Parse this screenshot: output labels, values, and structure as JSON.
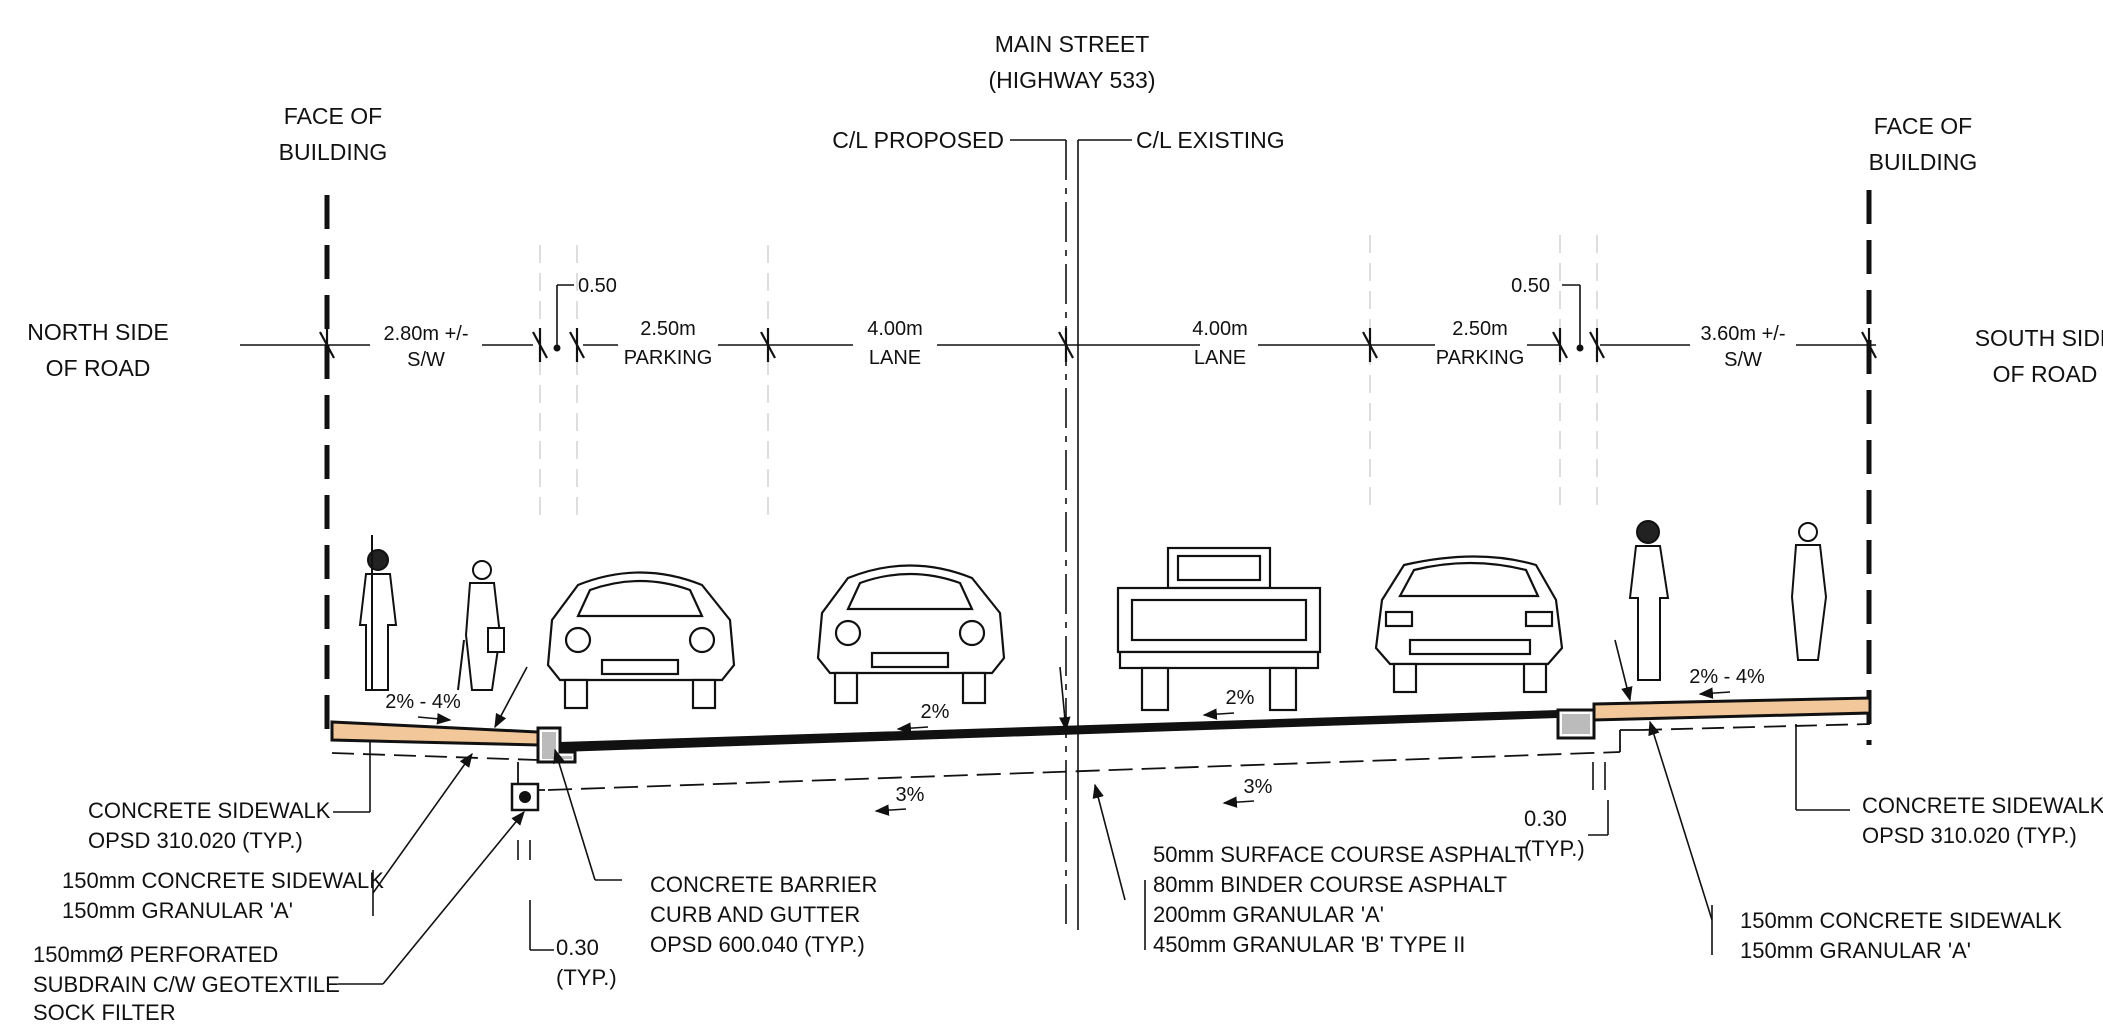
{
  "title": {
    "line1": "MAIN STREET",
    "line2": "(HIGHWAY 533)"
  },
  "centerlines": {
    "proposed": "C/L PROPOSED",
    "existing": "C/L EXISTING"
  },
  "left_face": {
    "line1": "FACE OF",
    "line2": "BUILDING"
  },
  "right_face": {
    "line1": "FACE OF",
    "line2": "BUILDING"
  },
  "north_side": {
    "line1": "NORTH SIDE",
    "line2": "OF ROAD"
  },
  "south_side": {
    "line1": "SOUTH SIDE",
    "line2": "OF ROAD"
  },
  "dims": {
    "left_sw": {
      "value": "2.80m +/-",
      "label": "S/W"
    },
    "left_offset": "0.50",
    "left_parking": {
      "value": "2.50m",
      "label": "PARKING"
    },
    "left_lane": {
      "value": "4.00m",
      "label": "LANE"
    },
    "right_lane": {
      "value": "4.00m",
      "label": "LANE"
    },
    "right_parking": {
      "value": "2.50m",
      "label": "PARKING"
    },
    "right_offset": "0.50",
    "right_sw": {
      "value": "3.60m +/-",
      "label": "S/W"
    }
  },
  "slopes": {
    "left_sidewalk": "2% - 4%",
    "right_sidewalk": "2% - 4%",
    "left_road": "2%",
    "right_road": "2%",
    "left_subgrade": "3%",
    "right_subgrade": "3%"
  },
  "notes": {
    "left_sidewalk": [
      "CONCRETE SIDEWALK",
      "OPSD 310.020 (TYP.)"
    ],
    "left_sw_structure": [
      "150mm CONCRETE SIDEWALK",
      "150mm GRANULAR 'A'"
    ],
    "subdrain": [
      "150mmØ PERFORATED",
      "SUBDRAIN C/W GEOTEXTILE",
      "SOCK FILTER"
    ],
    "left_offset": [
      "0.30",
      "(TYP.)"
    ],
    "curb": [
      "CONCRETE BARRIER",
      "CURB AND GUTTER",
      "OPSD 600.040 (TYP.)"
    ],
    "pavement": [
      "50mm SURFACE COURSE ASPHALT",
      "80mm BINDER COURSE ASPHALT",
      "200mm GRANULAR 'A'",
      "450mm GRANULAR 'B' TYPE II"
    ],
    "right_offset": [
      "0.30",
      "(TYP.)"
    ],
    "right_sw_structure": [
      "150mm CONCRETE SIDEWALK",
      "150mm GRANULAR 'A'"
    ],
    "right_sidewalk": [
      "CONCRETE SIDEWALK",
      "OPSD 310.020 (TYP.)"
    ]
  },
  "colors": {
    "sidewalk_fill": "#f2c79a",
    "line": "#111111",
    "guide": "#c8c8c8"
  }
}
